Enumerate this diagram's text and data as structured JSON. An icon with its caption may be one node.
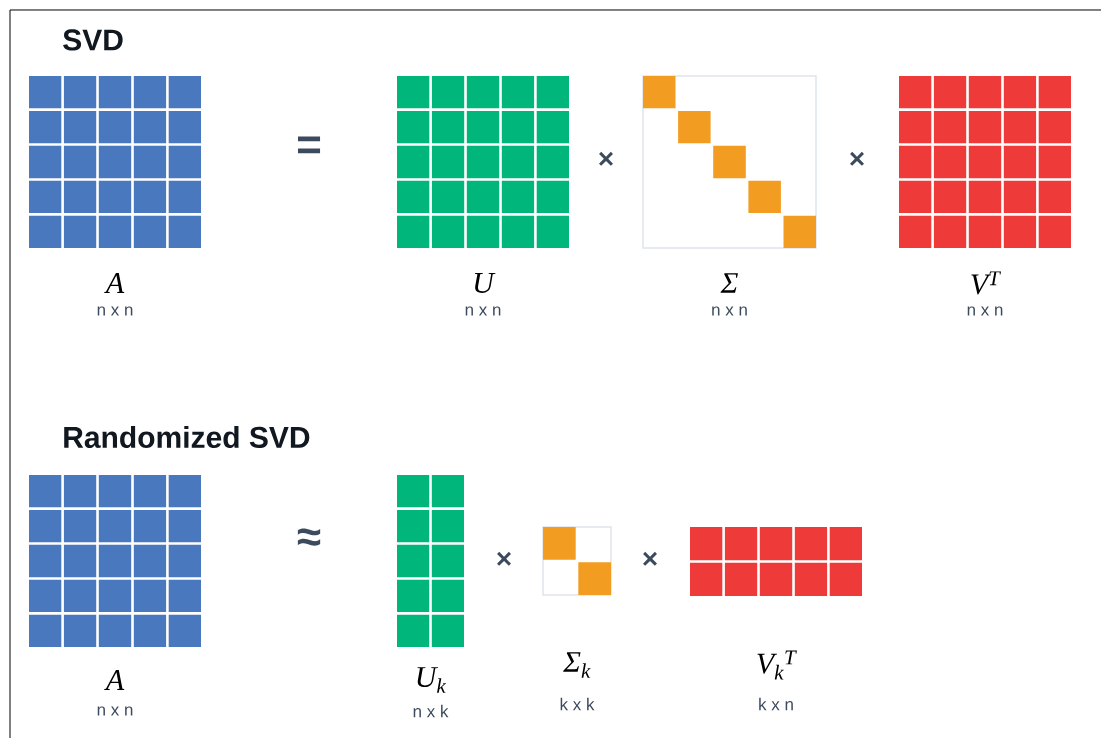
{
  "diagram": {
    "nodes": [
      {
        "text": [],
        "shape": "box",
        "beside": [
          "A",
          "n x n"
        ]
      },
      {
        "text": [],
        "shape": "box",
        "beside": [
          "U",
          "n x n"
        ]
      },
      {
        "text": [],
        "shape": "box",
        "beside": [
          "Σ",
          "n x n"
        ]
      },
      {
        "text": [],
        "shape": "box",
        "beside": [
          "V$^{T}$",
          "n x n"
        ]
      },
      {
        "text": [],
        "shape": "box",
        "beside": [
          "A",
          "n x n"
        ]
      },
      {
        "text": [],
        "shape": "box",
        "beside": [
          "U$_{k}$",
          "n x k"
        ]
      },
      {
        "text": [],
        "shape": "box",
        "beside": [
          "Σ$_{k}$",
          "k x k"
        ]
      },
      {
        "text": [],
        "shape": "box",
        "beside": [
          "V$_{k}$$^{T}$",
          "k x n"
        ]
      }
    ],
    "labels": [
      "SVD",
      "=",
      "×",
      "×",
      "Randomized SVD",
      "≈",
      "×",
      "×"
    ]
  }
}
